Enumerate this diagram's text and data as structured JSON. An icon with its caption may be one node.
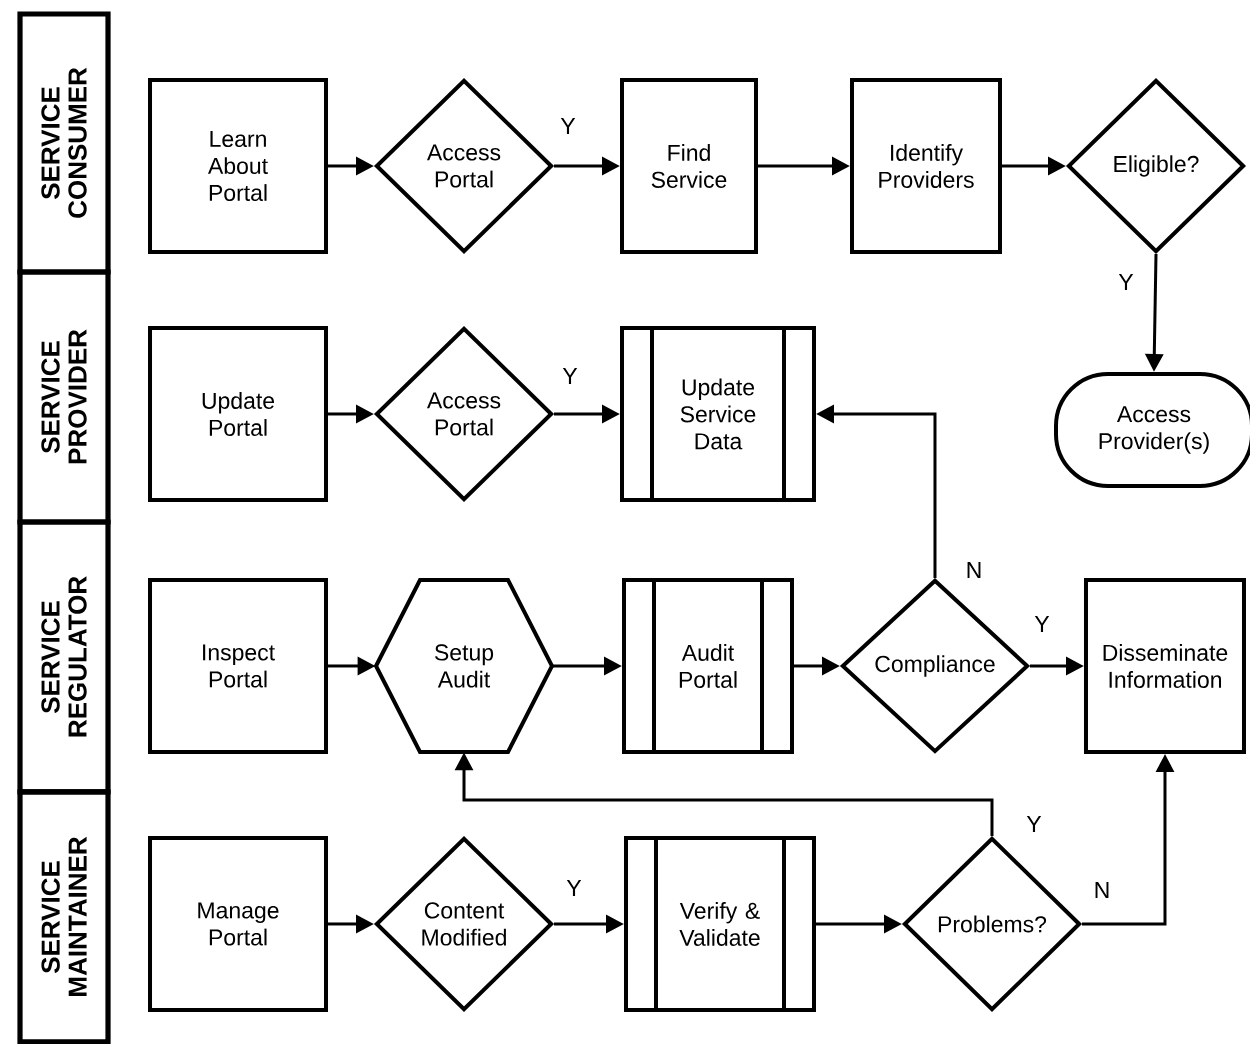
{
  "diagram": {
    "nodes": [
      {
        "text": [
          "SERVICE CONSUMER"
        ]
      },
      {
        "text": [
          "SERVICE PROVIDER"
        ]
      },
      {
        "text": [
          "SERVICE REGULATOR"
        ]
      },
      {
        "text": [
          "SERVICE MAINTAINER"
        ]
      },
      {
        "text": [
          "Learn About Portal"
        ]
      },
      {
        "text": [
          "Access Portal"
        ]
      },
      {
        "text": [
          "Find Service"
        ]
      },
      {
        "text": [
          "Identify Providers"
        ]
      },
      {
        "text": [
          "Eligible?"
        ]
      },
      {
        "text": [
          "Access Provider(s)"
        ]
      },
      {
        "text": [
          "Update Portal"
        ]
      },
      {
        "text": [
          "Access Portal"
        ]
      },
      {
        "text": [
          "Update Service Data"
        ]
      },
      {
        "text": [
          "Inspect Portal"
        ]
      },
      {
        "text": [
          "Setup Audit"
        ]
      },
      {
        "text": [
          "Audit Portal"
        ]
      },
      {
        "text": [
          "Compliance"
        ]
      },
      {
        "text": [
          "Disseminate Information"
        ]
      },
      {
        "text": [
          "Manage Portal"
        ]
      },
      {
        "text": [
          "Content Modified"
        ]
      },
      {
        "text": [
          "Verify & Validate"
        ]
      },
      {
        "text": [
          "Problems?"
        ]
      }
    ],
    "edges": [
      {
        "from": 4,
        "to": 5,
        "arrow": "to"
      },
      {
        "from": 5,
        "to": 6,
        "arrow": "to",
        "label": "Y"
      },
      {
        "from": 6,
        "to": 7,
        "arrow": "to"
      },
      {
        "from": 7,
        "to": 8,
        "arrow": "to"
      },
      {
        "from": 8,
        "to": 9,
        "arrow": "to",
        "label": "Y"
      },
      {
        "from": 10,
        "to": 11,
        "arrow": "to"
      },
      {
        "from": 11,
        "to": 12,
        "arrow": "to",
        "label": "Y"
      },
      {
        "from": 16,
        "to": 12,
        "arrow": "to",
        "label": "N"
      },
      {
        "from": 13,
        "to": 14,
        "arrow": "to"
      },
      {
        "from": 14,
        "to": 15,
        "arrow": "to"
      },
      {
        "from": 15,
        "to": 16,
        "arrow": "to"
      },
      {
        "from": 16,
        "to": 17,
        "arrow": "to",
        "label": "Y"
      },
      {
        "from": 18,
        "to": 19,
        "arrow": "to"
      },
      {
        "from": 19,
        "to": 20,
        "arrow": "to",
        "label": "Y"
      },
      {
        "from": 20,
        "to": 21,
        "arrow": "to"
      },
      {
        "from": 21,
        "to": 14,
        "arrow": "to",
        "label": "Y"
      },
      {
        "from": 21,
        "to": 17,
        "arrow": "to",
        "label": "N"
      }
    ]
  }
}
